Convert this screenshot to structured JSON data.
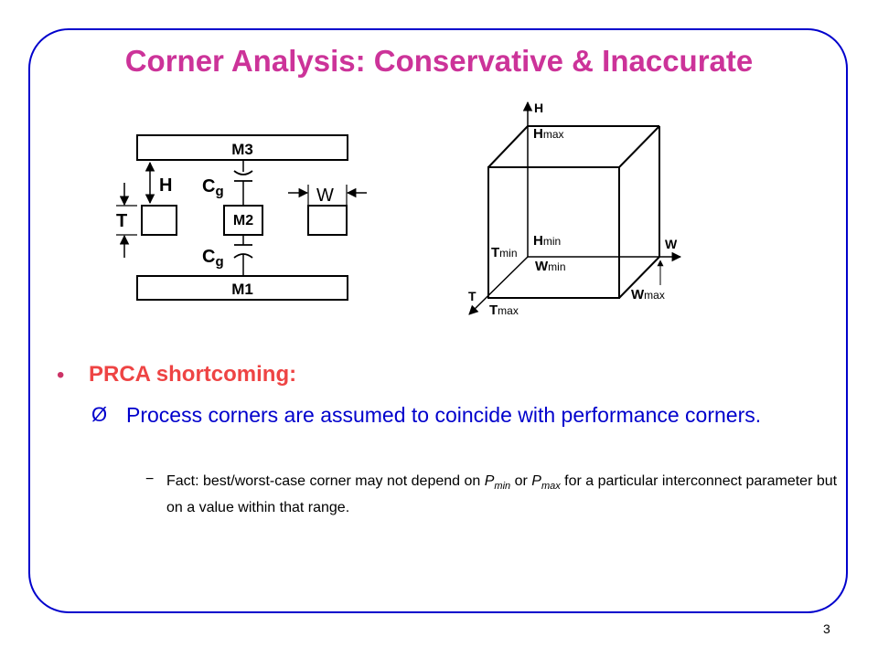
{
  "slide": {
    "title": "Corner Analysis: Conservative & Inaccurate",
    "page_number": "3"
  },
  "diagram_left": {
    "m3": "M3",
    "m2": "M2",
    "m1": "M1",
    "h": "H",
    "t": "T",
    "w": "W",
    "cg_main": "C",
    "cg_sub": "g"
  },
  "diagram_right": {
    "axis_h": "H",
    "axis_w": "W",
    "axis_t": "T",
    "h_max": {
      "base": "H",
      "sub": "max"
    },
    "h_min": {
      "base": "H",
      "sub": "min"
    },
    "t_min": {
      "base": "T",
      "sub": "min"
    },
    "t_max": {
      "base": "T",
      "sub": "max"
    },
    "w_min": {
      "base": "W",
      "sub": "min"
    },
    "w_max": {
      "base": "W",
      "sub": "max"
    }
  },
  "content": {
    "bullet_mark": "•",
    "bullet": "PRCA shortcoming:",
    "sub_mark": "Ø",
    "sub_bullet": "Process corners are assumed to coincide with performance corners.",
    "dash_mark": "−",
    "fact_before": "Fact: best/worst-case corner may not depend on ",
    "p_letter_1": "P",
    "p_sub_1": "min",
    "fact_or": " or ",
    "p_letter_2": "P",
    "p_sub_2": "max",
    "fact_after": " for a particular interconnect parameter but on a value within that range."
  }
}
